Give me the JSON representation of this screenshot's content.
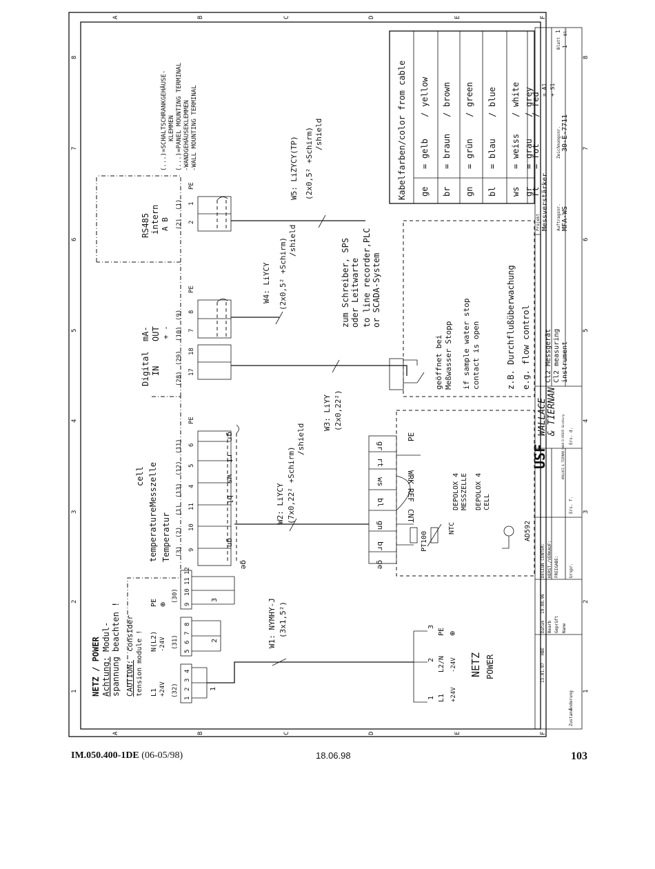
{
  "grid": {
    "top_letters": [
      "A",
      "B",
      "C",
      "D",
      "E",
      "F"
    ],
    "bottom_letters": [
      "A",
      "B",
      "C",
      "D",
      "E",
      "F"
    ],
    "left_numbers": [
      "1",
      "2",
      "3",
      "4",
      "5",
      "6",
      "7",
      "8"
    ],
    "right_numbers": [
      "1",
      "2",
      "3",
      "4",
      "5",
      "6",
      "7",
      "8"
    ]
  },
  "power_block": {
    "title": "NETZ / POWER",
    "warning_label": "Achtung:",
    "warning_text": "Modul-",
    "warning_text2": "spannung beachten !",
    "caution_label": "CAUTION:",
    "caution_text": "consider",
    "caution_text2": "tension module !",
    "l1": "L1",
    "l1v": "+24V",
    "n": "N(L2)",
    "nv": "-24V",
    "pe": "PE",
    "pe_sym": "⊕",
    "t32": "(32)",
    "t31": "(31)",
    "t30": "(30)",
    "tA": [
      "1",
      "2",
      "3",
      "4"
    ],
    "tB": [
      "5",
      "6",
      "7",
      "8"
    ],
    "tC": [
      "9",
      "10",
      "11",
      "12"
    ],
    "c1": "1",
    "c2": "2",
    "c3": "3"
  },
  "cables": {
    "w1": "W1: NYMHY-J",
    "w1s": "(3x1,5²)",
    "w2": "W2: LiYCY",
    "w2s": "(7x0,22² +Schirm)",
    "w2t": "/shield",
    "w3": "W3: LiYY",
    "w3s": "(2x0,22²)",
    "w4": "W4: LiYCY",
    "w4s": "(2x0,5² +Schirm)",
    "w4t": "/shield",
    "w5": "W5: LiZYCY(TP)",
    "w5s": "(2x0,5² +Schirm)",
    "w5t": "/shield"
  },
  "cell_block": {
    "temp_de": "Temperatur",
    "temp_en": "temperature",
    "cell_de": "Messzelle",
    "cell_en": "cell",
    "nums_paren": [
      "(3)",
      "(2)",
      "(1)",
      "(13)",
      "(12)",
      "(11)"
    ],
    "nums": [
      "9",
      "10",
      "11",
      "4",
      "5",
      "6",
      "PE"
    ],
    "colors": [
      "ge",
      "gn",
      "bl",
      "ws",
      "rt",
      "gr"
    ]
  },
  "io_block": {
    "digital": "Digital",
    "in": "IN",
    "ma": "mA-",
    "out": "OUT",
    "pm": "+  -",
    "nums_paren": [
      "(28)",
      "(29)",
      "(10)",
      "(9)"
    ],
    "nums": [
      "17",
      "18",
      "7",
      "8",
      "PE"
    ]
  },
  "rs485": {
    "title": "RS485",
    "intern": "intern",
    "ab": "A  B",
    "nums_paren": [
      "(2)",
      "(1)"
    ],
    "nums": [
      "2",
      "1",
      "PE"
    ]
  },
  "plc_text": {
    "l1": "zum Schreiber, SPS",
    "l2": "oder Leitwarte",
    "l3": "to line recorder,PLC",
    "l4": "or SCADA-System"
  },
  "notes": {
    "n1": "(...)=SCHALTSCHRANKGEHÄUSE-",
    "n2": "KLEMMEN",
    "n3": "(...)=PANEL MOUNTING TERMINAL",
    "n4": "-WANDGEHÄUSEKLEMMEN",
    "n5": "-WALL MOUNTING TERMINAL"
  },
  "field_power": {
    "l1": "L1",
    "l1v": "+24V",
    "l2": "L2/N",
    "l2v": "-24V",
    "pe": "PE",
    "pe_sym": "⊕",
    "n1": "1",
    "n2": "2",
    "n3": "3",
    "title": "NETZ",
    "sub": "POWER"
  },
  "sensor_block": {
    "colors": [
      "ge",
      "br",
      "gn",
      "bl",
      "ws",
      "rt",
      "gr"
    ],
    "labels": [
      "CNT",
      "REF",
      "WRK",
      "PE"
    ],
    "pt100": "PT100",
    "ntc": "NTC",
    "depolox1": "DEPOLOX 4",
    "depolox2": "MESSZELLE",
    "depolox3": "DEPOLOX 4",
    "depolox4": "CELL",
    "ad": "AD592"
  },
  "flow_block": {
    "l1": "geöffnet bei",
    "l2": "Meßwasser Stopp",
    "l3": "if sample water stop",
    "l4": "contact is open",
    "l5": "z.B. Durchflußüberwachung",
    "l6": "e.g. flow control"
  },
  "color_table": {
    "header": "Kabelfarben/color from cable",
    "rows": [
      {
        "code": "ge",
        "de": "gelb",
        "en": "yellow"
      },
      {
        "code": "br",
        "de": "braun",
        "en": "brown"
      },
      {
        "code": "gn",
        "de": "grün",
        "en": "green"
      },
      {
        "code": "bl",
        "de": "blau",
        "en": "blue"
      },
      {
        "code": "ws",
        "de": "weiss",
        "en": "white"
      },
      {
        "code": "rt",
        "de": "rot",
        "en": "red"
      },
      {
        "code": "gr",
        "de": "grau",
        "en": "grey"
      }
    ]
  },
  "title_block": {
    "logo": "USF",
    "brand1": "WALLACE",
    "brand2": "& TIERNAN",
    "brand_small": "WALLACE & TIERNAN GmbH D-89305 Günzburg",
    "desc1": "Cl2 Messgerät",
    "desc2": "Cl2 measuring",
    "desc3": "instrument",
    "projekt": "Projekt",
    "proj_name": "Messverstärker",
    "auftrag": "Auftragsnr.",
    "auftrag_val": "MFA-WS",
    "zeich": "Zeichnungsnr.",
    "zeich_val": "30-E-7711",
    "eq": "= A1",
    "plus": "+ S1",
    "blatt": "Blatt",
    "blatt_val": "1",
    "bl": "Bl.",
    "bl_val": "1",
    "design": "DESIGN CENTER:",
    "herst": "HERST./VERKAUF:",
    "freigabe": "FREIGABE:",
    "urspr": "Urspr.",
    "datum": "Datum",
    "date_val": "19.08.96",
    "bearb": "Bearb",
    "gepr": "Geprüft",
    "name": "Name",
    "zustand": "Zustand",
    "aenderung": "Änderung",
    "ers_f": "Ers. f.",
    "ers_d": "Ers. d.",
    "rev_date": "13.01.97",
    "rev_name": "HBE"
  },
  "footer": {
    "doc_id": "IM.050.400-1DE",
    "doc_date": "(06-05/98)",
    "print_date": "18.06.98",
    "page": "103"
  }
}
